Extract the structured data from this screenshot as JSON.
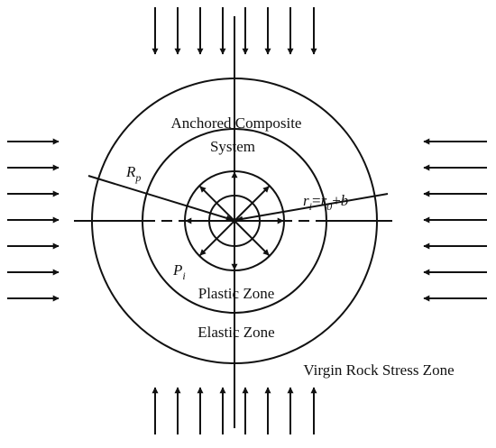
{
  "labels": {
    "composite_line1": "Anchored Composite",
    "composite_line2": "System",
    "plastic_zone": "Plastic Zone",
    "elastic_zone": "Elastic Zone",
    "virgin_zone": "Virgin Rock Stress Zone"
  },
  "math": {
    "rp_main": "R",
    "rp_sub": "p",
    "pi_main": "P",
    "pi_sub": "i",
    "ri_main": "r",
    "ri_sub": "i",
    "ri_eq": "=",
    "ri_r0": "r",
    "ri_r0_sub": "0",
    "ri_plus": "+",
    "ri_b": "b"
  },
  "colors": {
    "ink": "#111111",
    "background": "#ffffff"
  }
}
